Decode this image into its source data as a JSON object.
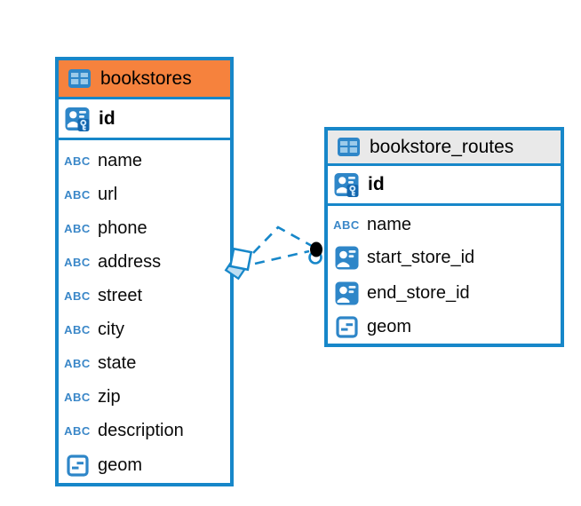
{
  "colors": {
    "accent-blue": "#1787c9",
    "icon-blue": "#2e86c8",
    "abc-blue": "#3a87c8",
    "selected-header-orange": "#f6823d",
    "header-gray": "#e9e9e9",
    "relation-dot-black": "#000000",
    "canvas-white": "#ffffff"
  },
  "icons": {
    "text_type": "ABC"
  },
  "tables": [
    {
      "name": "bookstores",
      "columns": [
        {
          "name": "id",
          "type": "primary-key"
        },
        {
          "name": "name",
          "type": "text"
        },
        {
          "name": "url",
          "type": "text"
        },
        {
          "name": "phone",
          "type": "text"
        },
        {
          "name": "address",
          "type": "text"
        },
        {
          "name": "street",
          "type": "text"
        },
        {
          "name": "city",
          "type": "text"
        },
        {
          "name": "state",
          "type": "text"
        },
        {
          "name": "zip",
          "type": "text"
        },
        {
          "name": "description",
          "type": "text"
        },
        {
          "name": "geom",
          "type": "geometry"
        }
      ]
    },
    {
      "name": "bookstore_routes",
      "columns": [
        {
          "name": "id",
          "type": "primary-key"
        },
        {
          "name": "name",
          "type": "text"
        },
        {
          "name": "start_store_id",
          "type": "reference"
        },
        {
          "name": "end_store_id",
          "type": "reference"
        },
        {
          "name": "geom",
          "type": "geometry"
        }
      ]
    }
  ]
}
